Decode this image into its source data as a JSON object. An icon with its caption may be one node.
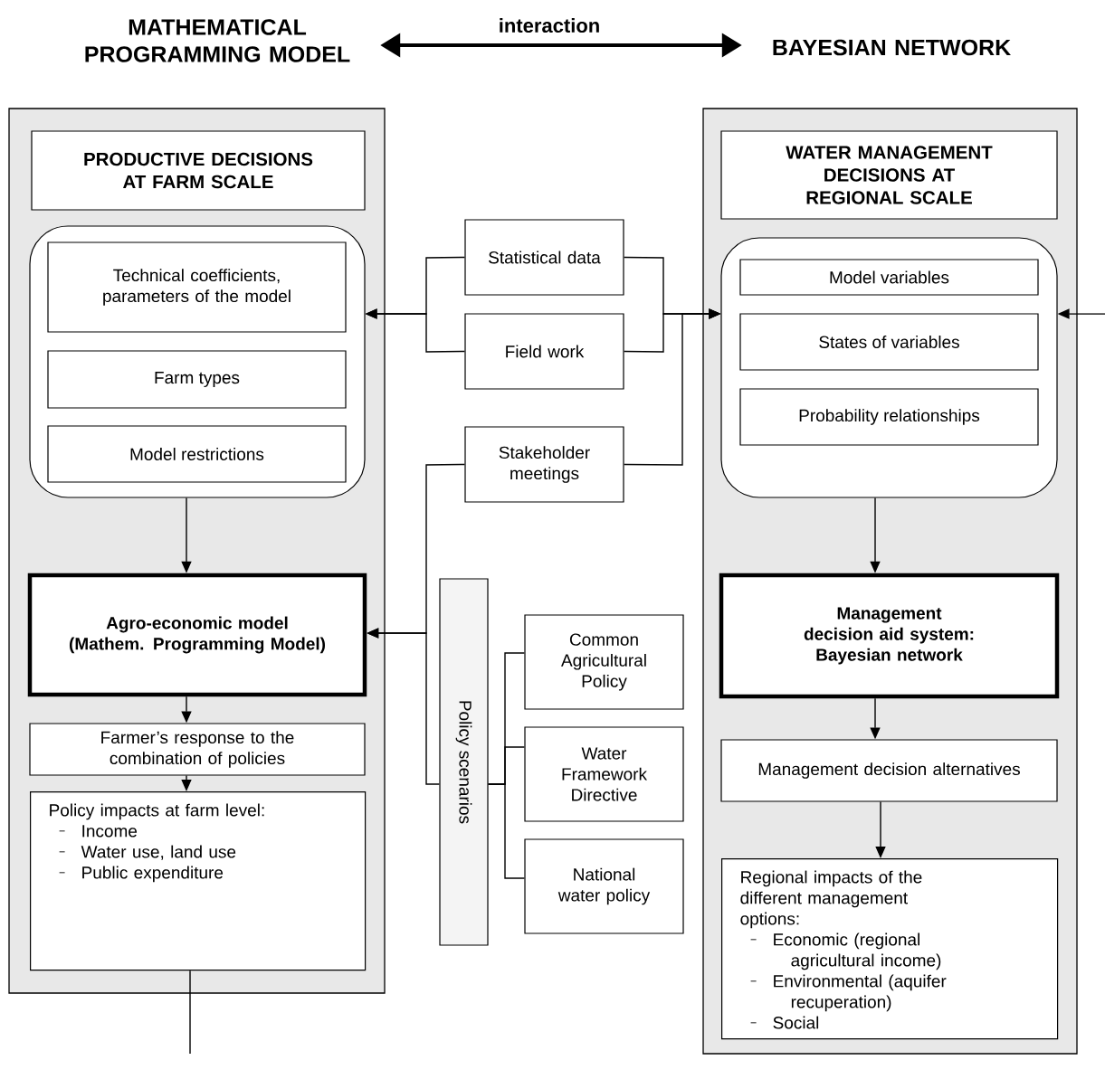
{
  "diagram": {
    "nodes": [
      {
        "text": [
          "MATHEMATICAL PROGRAMMING MODEL"
        ]
      },
      {
        "text": [
          "BAYESIAN NETWORK"
        ]
      },
      {
        "text": [],
        "shape": "box"
      },
      {
        "text": [
          "PRODUCTIVE DECISIONS AT FARM SCALE"
        ],
        "in": 2
      },
      {
        "text": [],
        "shape": "box",
        "in": 2
      },
      {
        "text": [
          "Technical coefficients, parameters of the model"
        ],
        "in": 4
      },
      {
        "text": [
          "Farm types"
        ],
        "in": 4
      },
      {
        "text": [
          "Model restrictions"
        ],
        "in": 4
      },
      {
        "text": [
          "Agro-economic model",
          "(Mathem. Programming Model)"
        ],
        "in": 2
      },
      {
        "text": [
          "Farmer’s response to the combination of policies"
        ],
        "in": 2
      },
      {
        "text": [
          "Policy impacts at farm level:",
          "Income",
          "Water use, land use",
          "Public expenditure"
        ],
        "in": 2
      },
      {
        "text": [],
        "shape": "box"
      },
      {
        "text": [
          "WATER MANAGEMENT DECISIONS AT REGIONAL SCALE"
        ],
        "in": 11
      },
      {
        "text": [],
        "shape": "box",
        "in": 11
      },
      {
        "text": [
          "Model variables"
        ],
        "in": 13
      },
      {
        "text": [
          "States of variables"
        ],
        "in": 13
      },
      {
        "text": [
          "Probability relationships"
        ],
        "in": 13
      },
      {
        "text": [
          "Management decision aid system:",
          "Bayesian network"
        ],
        "in": 11
      },
      {
        "text": [
          "Management decision alternatives"
        ],
        "in": 11
      },
      {
        "text": [
          "Regional impacts of the different management options:",
          "Economic (regional agricultural income)",
          "Environmental (aquifer recuperation)",
          "Social"
        ],
        "in": 11
      },
      {
        "text": [
          "Statistical data"
        ]
      },
      {
        "text": [
          "Field work"
        ]
      },
      {
        "text": [
          "Stakeholder meetings"
        ]
      },
      {
        "text": [
          "Policy scenarios"
        ]
      },
      {
        "text": [
          "Common Agricultural Policy"
        ]
      },
      {
        "text": [
          "Water Framework Directive"
        ]
      },
      {
        "text": [
          "National water policy"
        ]
      }
    ],
    "edges": [
      {
        "from": 0,
        "to": 1,
        "arrow": "both",
        "label": "interaction",
        "style": "thick"
      },
      {
        "from": 20,
        "to": 4,
        "arrow": "to"
      },
      {
        "from": 21,
        "to": 4,
        "arrow": "to"
      },
      {
        "from": 20,
        "to": 13,
        "arrow": "to"
      },
      {
        "from": 21,
        "to": 13,
        "arrow": "to"
      },
      {
        "from": 22,
        "to": 13,
        "arrow": "to"
      },
      {
        "from": 22,
        "to": 8,
        "arrow": "to"
      },
      {
        "from": 23,
        "to": 8,
        "arrow": "to"
      },
      {
        "from": 24,
        "to": 23,
        "arrow": "none"
      },
      {
        "from": 25,
        "to": 23,
        "arrow": "none"
      },
      {
        "from": 26,
        "to": 23,
        "arrow": "none"
      },
      {
        "from": 4,
        "to": 8,
        "arrow": "to"
      },
      {
        "from": 8,
        "to": 9,
        "arrow": "to"
      },
      {
        "from": 9,
        "to": 10,
        "arrow": "to"
      },
      {
        "from": 10,
        "to": null,
        "arrow": "none"
      },
      {
        "from": null,
        "to": 13,
        "arrow": "to"
      },
      {
        "from": 13,
        "to": 17,
        "arrow": "to"
      },
      {
        "from": 17,
        "to": 18,
        "arrow": "to"
      },
      {
        "from": 18,
        "to": 19,
        "arrow": "to"
      }
    ]
  }
}
